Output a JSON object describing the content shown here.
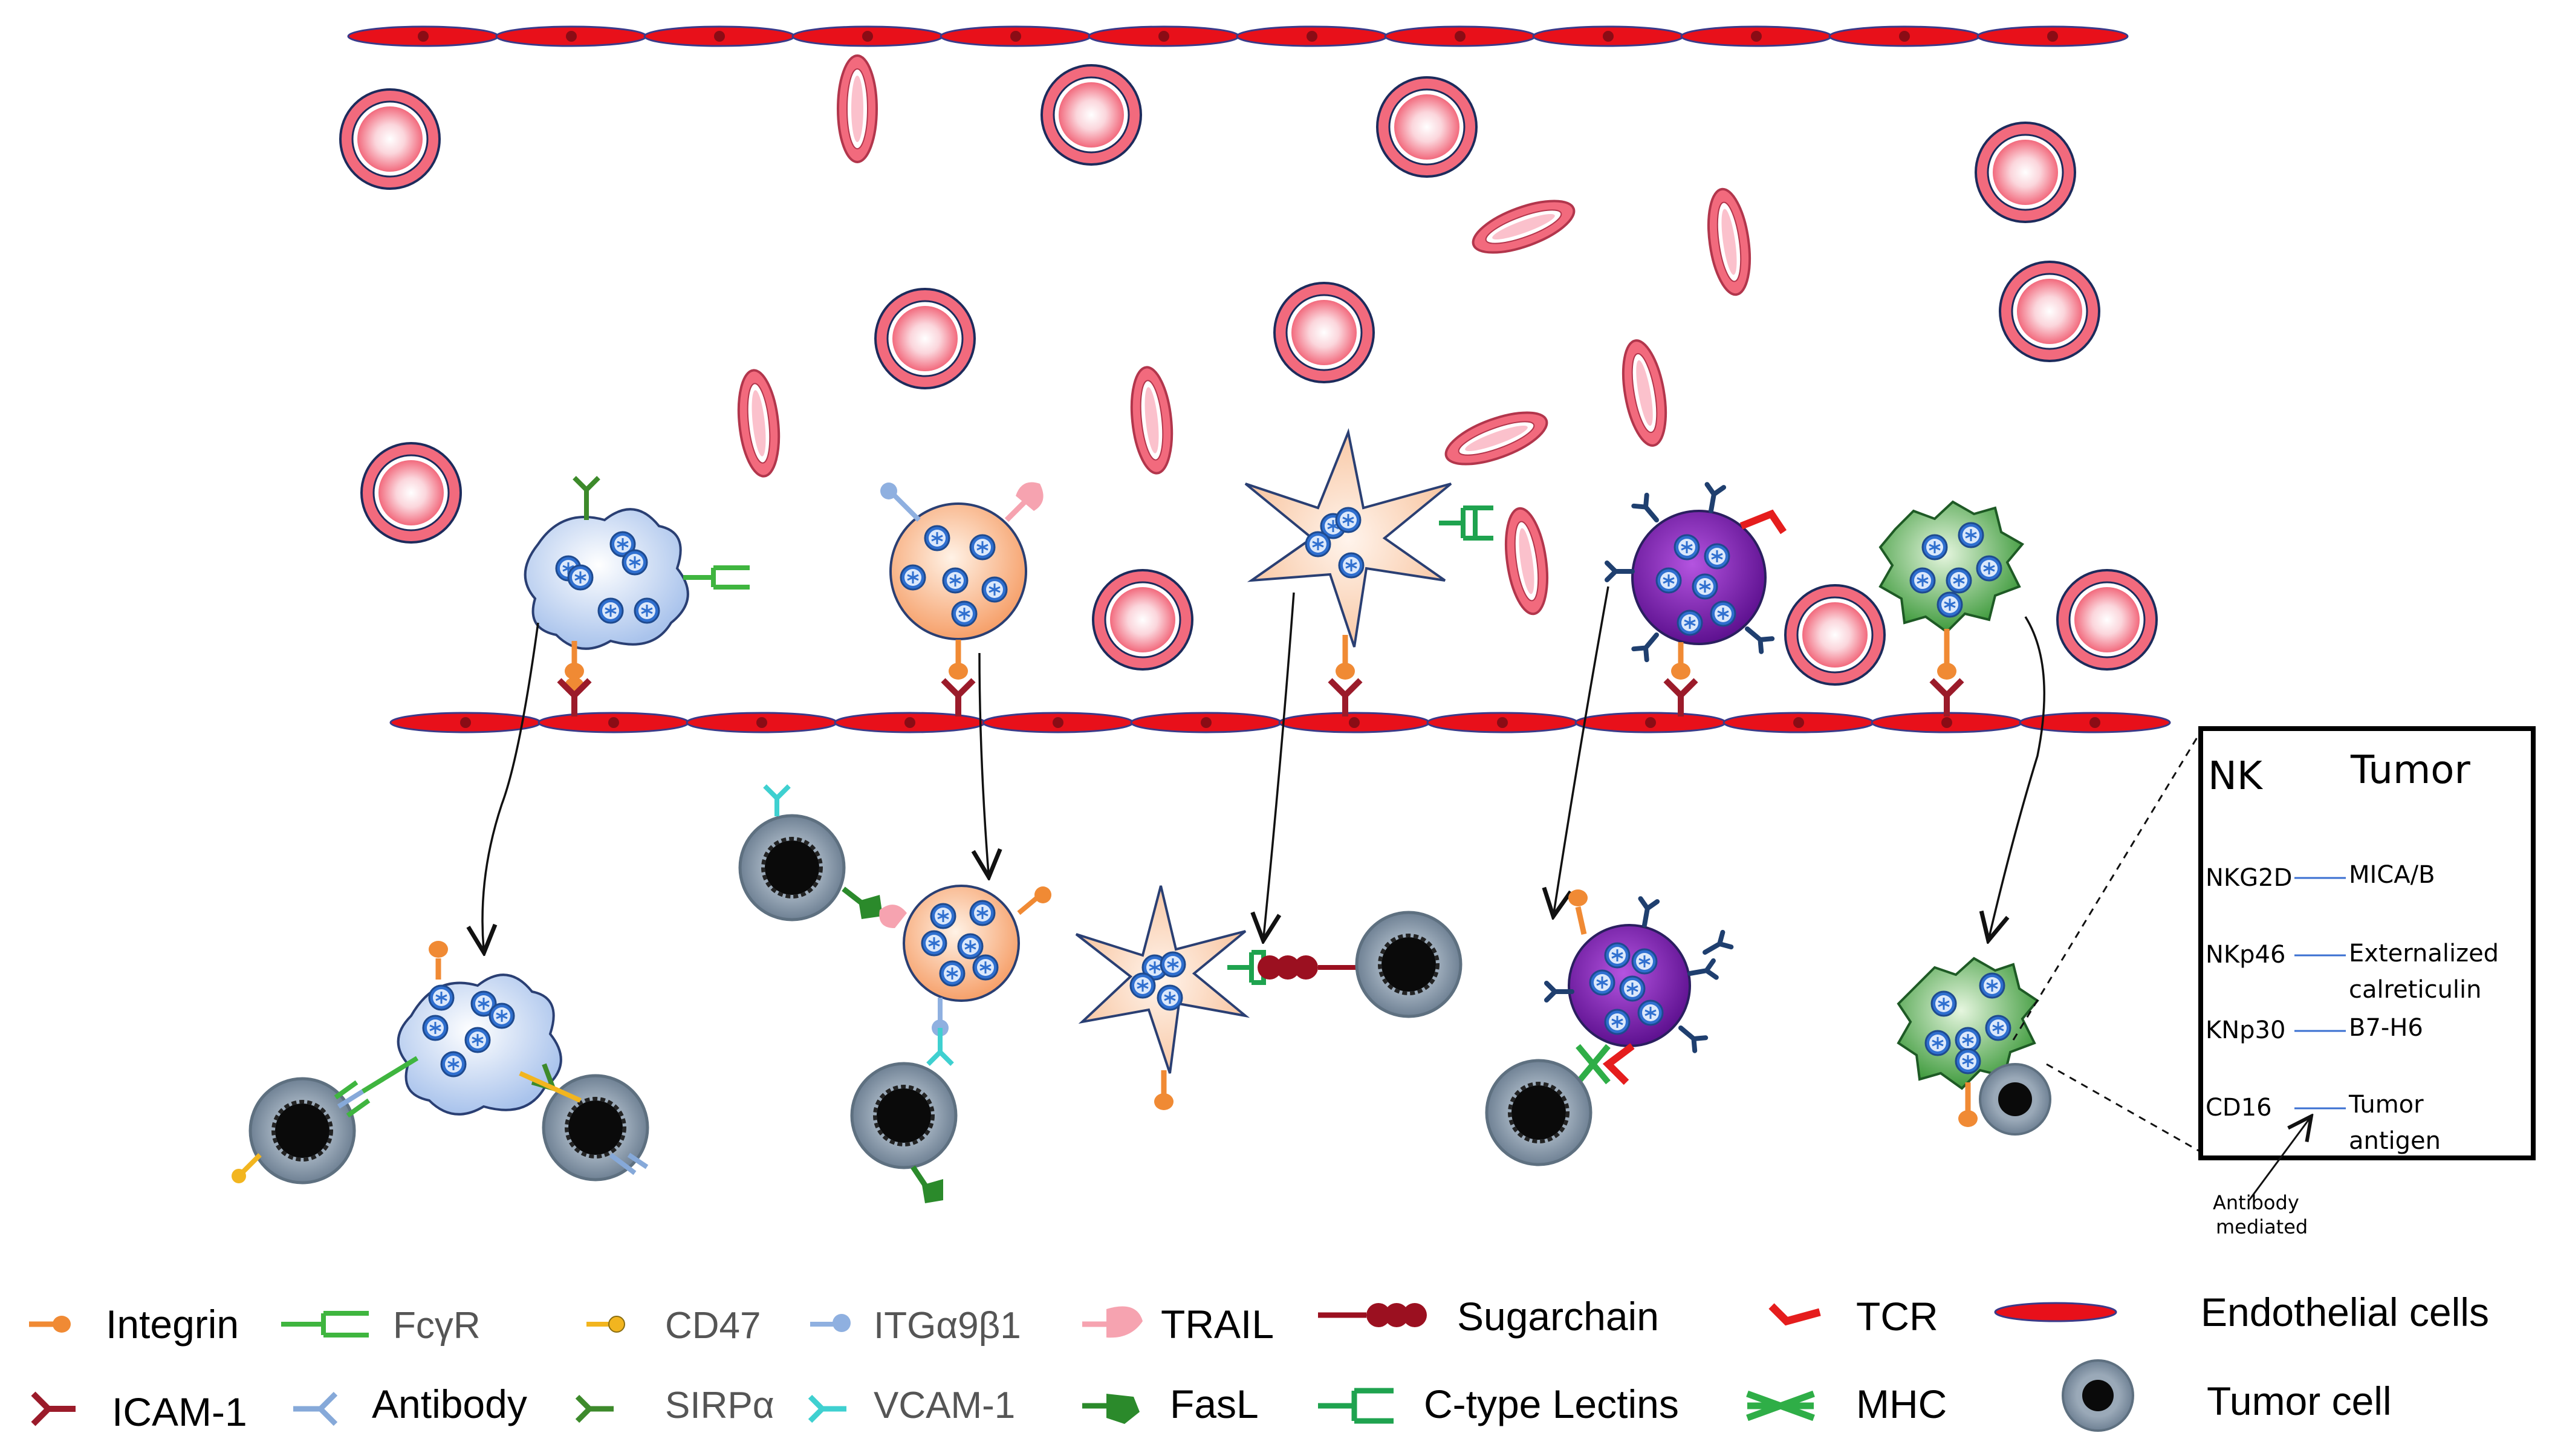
{
  "inset": {
    "header_nk": "NK",
    "header_tumor": "Tumor",
    "pairs": [
      {
        "nk": "NKG2D",
        "tumor": "MICA/B",
        "tumor2": ""
      },
      {
        "nk": "NKp46",
        "tumor": "Externalized",
        "tumor2": "calreticulin"
      },
      {
        "nk": "KNp30",
        "tumor": "B7-H6",
        "tumor2": ""
      },
      {
        "nk": "CD16",
        "tumor": "Tumor",
        "tumor2": "antigen"
      }
    ],
    "note_line1": "Antibody",
    "note_line2": "mediated"
  },
  "legend": {
    "integrin": "Integrin",
    "fcgr": "FcγR",
    "cd47": "CD47",
    "itga9b1": "ITGα9β1",
    "trail": "TRAIL",
    "sugarchain": "Sugarchain",
    "tcr": "TCR",
    "endothelial": "Endothelial cells",
    "icam1": "ICAM-1",
    "antibody": "Antibody",
    "sirpa": "SIRPα",
    "vcam1": "VCAM-1",
    "fasl": "FasL",
    "ctype": "C-type Lectins",
    "mhc": "MHC",
    "tumorcell": "Tumor cell"
  },
  "colors": {
    "endothelial": "#e8101a",
    "rbc": "#f26a7d",
    "integrin": "#f08a34",
    "icam": "#9b1b2a",
    "fcgr": "#3fb53f",
    "antibody": "#86a9d9",
    "cd47": "#f2b51f",
    "sirpa": "#3d8a2b",
    "itg": "#8fb0e0",
    "vcam": "#3fd0d0",
    "trail": "#f6a3b0",
    "fasl": "#2b8a2b",
    "sugar": "#9b1020",
    "ctype": "#1fa34f",
    "tcr": "#e51d1d",
    "mhc": "#2fae47",
    "tumor_ring": "#8495a6",
    "nk_blue": "#c9d9f2",
    "nk_orange": "#f9b98a",
    "nk_star": "#f9caa4",
    "nk_purple": "#7a1fa8",
    "nk_green": "#5fb55c"
  }
}
